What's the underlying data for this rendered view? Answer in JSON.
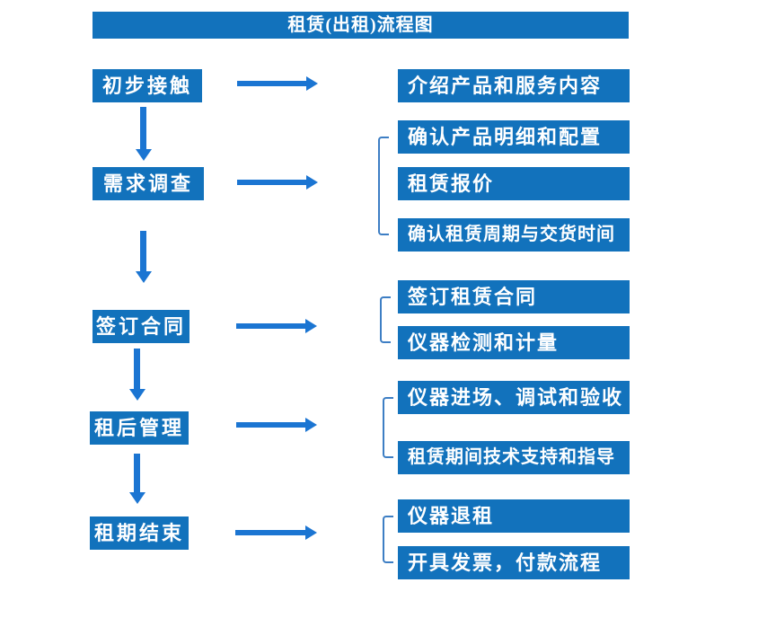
{
  "title": "租赁(出租)流程图",
  "colors": {
    "box_blue": "#1272BC",
    "arrow_blue": "#1B75D2",
    "bracket_blue": "#3D7EC4",
    "text_white": "#FFFFFF"
  },
  "flow": {
    "steps": [
      {
        "label": "初步接触",
        "details": [
          "介绍产品和服务内容"
        ]
      },
      {
        "label": "需求调查",
        "details": [
          "确认产品明细和配置",
          "租赁报价",
          "确认租赁周期与交货时间"
        ]
      },
      {
        "label": "签订合同",
        "details": [
          "签订租赁合同",
          "仪器检测和计量"
        ]
      },
      {
        "label": "租后管理",
        "details": [
          "仪器进场、调试和验收",
          "租赁期间技术支持和指导"
        ]
      },
      {
        "label": "租期结束",
        "details": [
          "仪器退租",
          "开具发票，付款流程"
        ]
      }
    ]
  }
}
